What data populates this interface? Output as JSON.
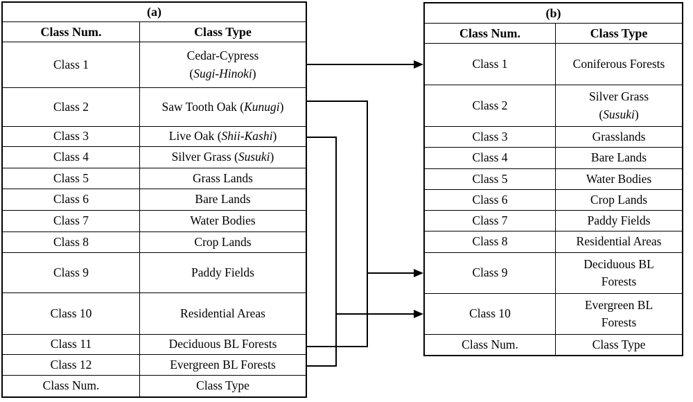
{
  "figure": {
    "colors": {
      "background": "#ffffff",
      "line": "#000000",
      "text": "#000000"
    }
  },
  "table_a": {
    "title": "(a)",
    "header": [
      "Class Num.",
      "Class Type"
    ],
    "rows": [
      {
        "num": "Class 1",
        "type": [
          [
            {
              "t": "Cedar-Cypress"
            }
          ],
          [
            {
              "t": "("
            },
            {
              "t": "Sugi-Hinoki",
              "i": true
            },
            {
              "t": ")"
            }
          ]
        ]
      },
      {
        "num": "Class 2",
        "type": [
          [
            {
              "t": "Saw Tooth Oak ("
            },
            {
              "t": "Kunugi",
              "i": true
            },
            {
              "t": ")"
            }
          ]
        ]
      },
      {
        "num": "Class 3",
        "type": [
          [
            {
              "t": "Live Oak ("
            },
            {
              "t": "Shii-Kashi",
              "i": true
            },
            {
              "t": ")"
            }
          ]
        ]
      },
      {
        "num": "Class 4",
        "type": [
          [
            {
              "t": "Silver Grass ("
            },
            {
              "t": "Susuki",
              "i": true
            },
            {
              "t": ")"
            }
          ]
        ]
      },
      {
        "num": "Class 5",
        "type": [
          [
            {
              "t": "Grass Lands"
            }
          ]
        ]
      },
      {
        "num": "Class 6",
        "type": [
          [
            {
              "t": "Bare Lands"
            }
          ]
        ]
      },
      {
        "num": "Class 7",
        "type": [
          [
            {
              "t": "Water Bodies"
            }
          ]
        ]
      },
      {
        "num": "Class 8",
        "type": [
          [
            {
              "t": "Crop Lands"
            }
          ]
        ]
      },
      {
        "num": "Class 9",
        "type": [
          [
            {
              "t": "Paddy Fields"
            }
          ]
        ]
      },
      {
        "num": "Class 10",
        "type": [
          [
            {
              "t": "Residential Areas"
            }
          ]
        ]
      },
      {
        "num": "Class 11",
        "type": [
          [
            {
              "t": "Deciduous BL Forests"
            }
          ]
        ]
      },
      {
        "num": "Class 12",
        "type": [
          [
            {
              "t": "Evergreen BL Forests"
            }
          ]
        ]
      }
    ],
    "footer": [
      "Class Num.",
      "Class Type"
    ]
  },
  "table_b": {
    "title": "(b)",
    "header": [
      "Class Num.",
      "Class Type"
    ],
    "rows": [
      {
        "num": "Class 1",
        "type": [
          [
            {
              "t": "Coniferous Forests"
            }
          ]
        ]
      },
      {
        "num": "Class 2",
        "type": [
          [
            {
              "t": "Silver Grass"
            }
          ],
          [
            {
              "t": "("
            },
            {
              "t": "Susuki",
              "i": true
            },
            {
              "t": ")"
            }
          ]
        ]
      },
      {
        "num": "Class 3",
        "type": [
          [
            {
              "t": "Grasslands"
            }
          ]
        ]
      },
      {
        "num": "Class 4",
        "type": [
          [
            {
              "t": "Bare Lands"
            }
          ]
        ]
      },
      {
        "num": "Class 5",
        "type": [
          [
            {
              "t": "Water Bodies"
            }
          ]
        ]
      },
      {
        "num": "Class 6",
        "type": [
          [
            {
              "t": "Crop Lands"
            }
          ]
        ]
      },
      {
        "num": "Class 7",
        "type": [
          [
            {
              "t": "Paddy Fields"
            }
          ]
        ]
      },
      {
        "num": "Class 8",
        "type": [
          [
            {
              "t": "Residential Areas"
            }
          ]
        ]
      },
      {
        "num": "Class 9",
        "type": [
          [
            {
              "t": "Deciduous BL"
            }
          ],
          [
            {
              "t": "Forests"
            }
          ]
        ]
      },
      {
        "num": "Class 10",
        "type": [
          [
            {
              "t": "Evergreen BL"
            }
          ],
          [
            {
              "t": "Forests"
            }
          ]
        ]
      }
    ],
    "footer": [
      "Class Num.",
      "Class Type"
    ]
  },
  "connections": [
    {
      "from_table_a": [
        "Class 1"
      ],
      "to_table_b": "Class 1"
    },
    {
      "from_table_a": [
        "Class 2",
        "Class 11"
      ],
      "to_table_b": "Class 9"
    },
    {
      "from_table_a": [
        "Class 3",
        "Class 12"
      ],
      "to_table_b": "Class 10"
    }
  ]
}
